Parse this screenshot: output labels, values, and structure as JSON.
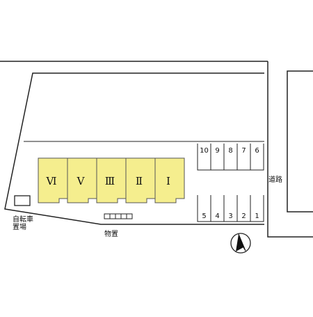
{
  "colors": {
    "building_fill": "#f5ee8e",
    "line": "#222222",
    "background": "#ffffff"
  },
  "buildings": [
    {
      "label": "Ⅵ"
    },
    {
      "label": "Ⅴ"
    },
    {
      "label": "Ⅲ"
    },
    {
      "label": "Ⅱ"
    },
    {
      "label": "Ⅰ"
    }
  ],
  "parking_upper": [
    "10",
    "9",
    "8",
    "7",
    "6"
  ],
  "parking_lower": [
    "5",
    "4",
    "3",
    "2",
    "1"
  ],
  "labels": {
    "road": "道路",
    "storage": "物置",
    "bike_line1": "自転車",
    "bike_line2": "置場"
  },
  "icons": {
    "north": "north-arrow-icon"
  }
}
